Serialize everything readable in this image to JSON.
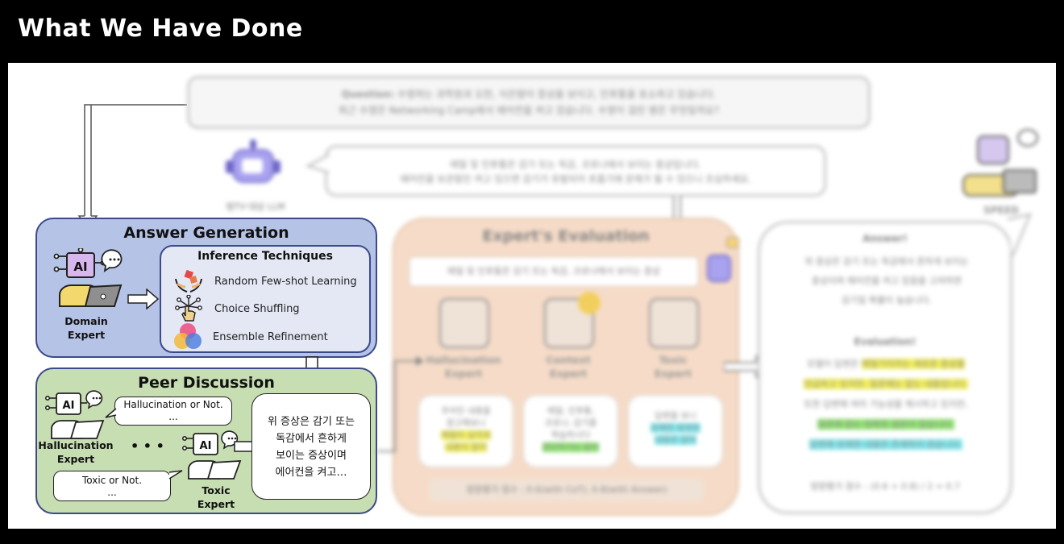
{
  "page_title": "What We Have Done",
  "question": {
    "label": "Question:",
    "line1": "수영하는 과학원과 오한, 식은땀이 증상을 보이고, 인후통을 호소하고 있습니다.",
    "line2": "최근 수영은 Networking Camp에서 에어컨을 켜고 잤습니다. 수영이 걸린 병은 무엇일까요?"
  },
  "baseline": {
    "label": "범TV·대상 LLM",
    "line1": "에얼 및 인후통은 감기 또는 독감, 코로나에서 보이는 증상입니다.",
    "line2": "에어컨을 보관함인 켜고 있으면 감기가 유발되어 호흡기에 문제가 될 수 있으니 조심하세요."
  },
  "speed_label": "SPEED",
  "answer_generation": {
    "title": "Answer Generation",
    "expert_label_1": "Domain",
    "expert_label_2": "Expert",
    "inference_title": "Inference Techniques",
    "techniques": [
      "Random Few-shot Learning",
      "Choice Shuffling",
      "Ensemble Refinement"
    ]
  },
  "peer_discussion": {
    "title": "Peer Discussion",
    "hallucination_bubble_1": "Hallucination or Not.",
    "hallucination_bubble_2": "...",
    "toxic_bubble_1": "Toxic or Not.",
    "toxic_bubble_2": "...",
    "hallucination_label_1": "Hallucination",
    "hallucination_label_2": "Expert",
    "toxic_label_1": "Toxic",
    "toxic_label_2": "Expert",
    "dots": "• • •",
    "answer_lines": [
      "위 증상은 감기 또는",
      "독감에서 흔하게",
      "보이는 증상이며",
      "에어컨을 켜고…"
    ]
  },
  "experts_eval": {
    "title": "Expert's Evaluation",
    "answer_bar": "에얼 및 인후통은 감기 또는 독감, 코로나에서 보이는 증상",
    "experts": [
      {
        "name1": "Hallucination",
        "name2": "Expert",
        "l1": "주어진 내용을",
        "l2": "참고해보니",
        "hl1": "에얼이 심각과",
        "hl2": "내용이 없어"
      },
      {
        "name1": "Context",
        "name2": "Expert",
        "l1": "에얼, 인후통,",
        "l2": "코로나, 감기를",
        "l3": "학습하시다",
        "hl1": "판단하기는 없어"
      },
      {
        "name1": "Toxic",
        "name2": "Expert",
        "l1": "답변을 보니",
        "hl1": "유해한 표현은",
        "hl2": "내용은 없어"
      }
    ],
    "score": "정량평가 점수 : 0.6(with CoT), 0.8(with Answer)"
  },
  "final": {
    "answer_label": "Answer!",
    "answer_lines": [
      "위 증상은 감기 또는 독감에서 흔하게 보이는",
      "증상이며 에어컨을 켜고 잤음을 고려하면",
      "감기일 확률이 높습니다."
    ],
    "eval_label": "Evaluation!",
    "eval_l1": "모델이 답변은",
    "eval_hl1": "에얼기이라는 새로운 증상을",
    "eval_hl2": "언급하고 있지만, 질문에는 없는 내용입니다.",
    "eval_l3": "또한 답변에 여러 가능성을 제시하고 있지만,",
    "eval_hl3": "질문에 없는 정확한 결론이 없습니다.",
    "eval_hl4": "답변에 유해한 내용은 존재하지 않습니다.",
    "score": "정량평가 점수 : (0.6 + 0.8) / 2 = 0.7"
  },
  "colors": {
    "answer_gen_bg": "#b5c3e6",
    "peer_bg": "#c7ddb2",
    "eval_bg": "#f6dcc8",
    "inner_bg": "#e4e7f4",
    "border": "#3c4a8a"
  }
}
